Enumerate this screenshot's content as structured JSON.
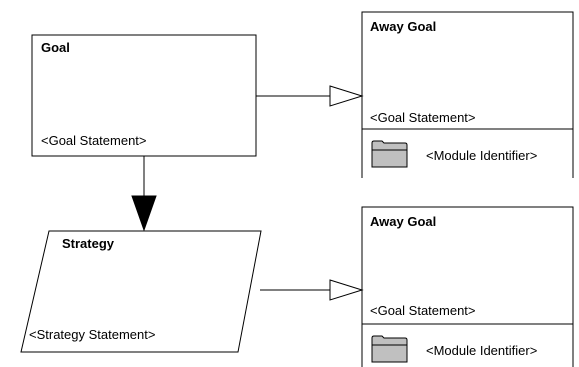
{
  "goal": {
    "title": "Goal",
    "statement": "<Goal Statement>"
  },
  "strategy": {
    "title": "Strategy",
    "statement": "<Strategy Statement>"
  },
  "away_goals": [
    {
      "title": "Away Goal",
      "statement": "<Goal Statement>",
      "module": "<Module Identifier>"
    },
    {
      "title": "Away Goal",
      "statement": "<Goal Statement>",
      "module": "<Module Identifier>"
    }
  ],
  "icons": {
    "module": "folder-icon"
  },
  "colors": {
    "line": "#000000",
    "folder": "#c0c0c0",
    "background": "#ffffff"
  }
}
